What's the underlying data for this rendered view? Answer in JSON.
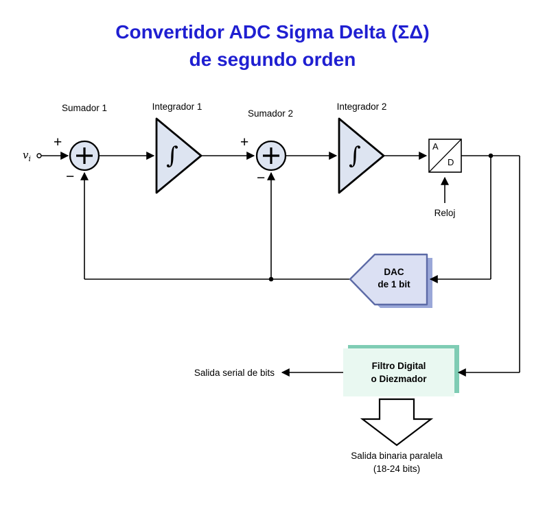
{
  "title": {
    "line1": "Convertidor ADC Sigma Delta (ΣΔ)",
    "line2": "de segundo orden"
  },
  "input": {
    "symbol": "v",
    "subscript": "i"
  },
  "blocks": {
    "sumador1": {
      "label": "Sumador 1",
      "plus": "+",
      "minus": "−"
    },
    "integrador1": {
      "label": "Integrador 1",
      "symbol": "∫"
    },
    "sumador2": {
      "label": "Sumador 2",
      "plus": "+",
      "minus": "−"
    },
    "integrador2": {
      "label": "Integrador 2",
      "symbol": "∫"
    },
    "ad_converter": {
      "top": "A",
      "bottom": "D",
      "clock_label": "Reloj"
    },
    "dac": {
      "line1": "DAC",
      "line2": "de 1 bit"
    },
    "filtro": {
      "line1": "Filtro Digital",
      "line2": "o Diezmador"
    }
  },
  "outputs": {
    "serial": "Salida serial de bits",
    "parallel_line1": "Salida binaria paralela",
    "parallel_line2": "(18-24 bits)"
  },
  "colors": {
    "title": "#1f1fd1",
    "component_fill": "#dde4f1",
    "ad_fill": "#ffffff",
    "dac_fill": "#dbe0f3",
    "dac_border": "#5c6aa6",
    "dac_shadow": "#9aa7d8",
    "filtro_fill": "#e9f8f1",
    "filtro_shadow": "#7fccb4",
    "arrow_fill": "#ffffff",
    "wire": "#000000"
  }
}
